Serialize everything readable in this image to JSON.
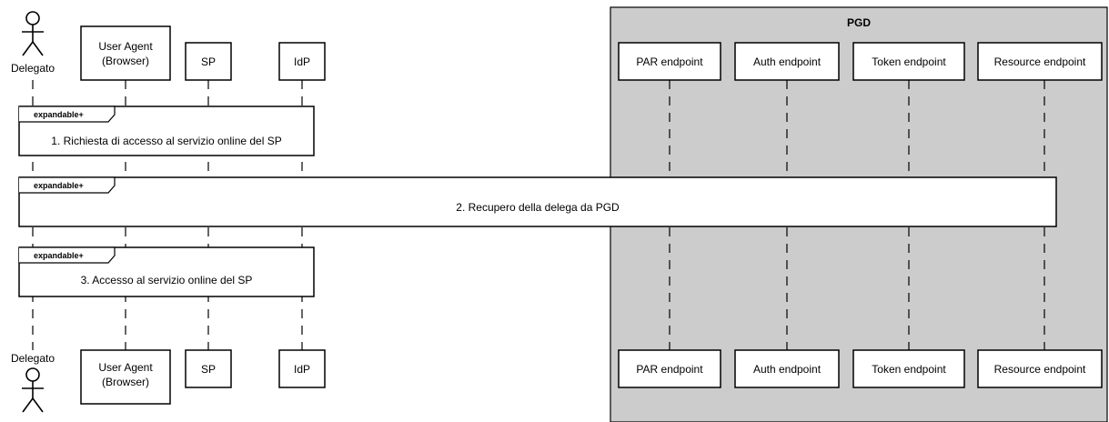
{
  "group": {
    "title": "PGD",
    "fill": "#cccccc"
  },
  "actor": {
    "label": "Delegato"
  },
  "participants": [
    {
      "id": "ua",
      "line1": "User Agent",
      "line2": "(Browser)"
    },
    {
      "id": "sp",
      "line1": "SP"
    },
    {
      "id": "idp",
      "line1": "IdP"
    },
    {
      "id": "par",
      "line1": "PAR endpoint"
    },
    {
      "id": "auth",
      "line1": "Auth endpoint"
    },
    {
      "id": "token",
      "line1": "Token endpoint"
    },
    {
      "id": "resource",
      "line1": "Resource endpoint"
    }
  ],
  "fragments": [
    {
      "tag": "expandable+",
      "label": "1. Richiesta di accesso al servizio online del SP"
    },
    {
      "tag": "expandable+",
      "label": "2. Recupero della delega da PGD"
    },
    {
      "tag": "expandable+",
      "label": "3. Accesso al servizio online del SP"
    }
  ]
}
